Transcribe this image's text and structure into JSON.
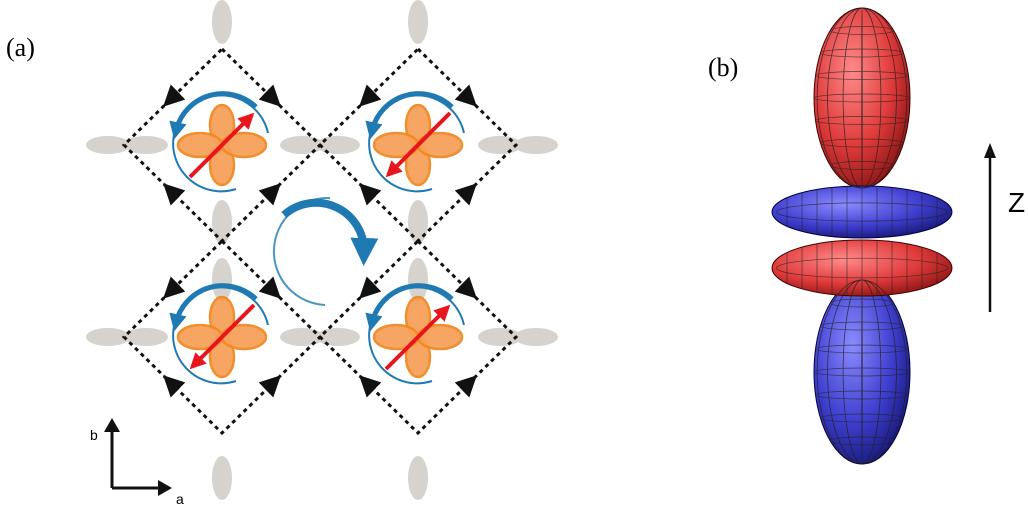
{
  "panels": {
    "a": {
      "label": "(a)",
      "axes": {
        "b": "b",
        "a": "a"
      }
    },
    "b": {
      "label": "(b)",
      "axis": "Z"
    }
  },
  "colors": {
    "orbital_fill": "#f7a15a",
    "orbital_stroke": "#f08a22",
    "moment_arrow": "#e8141e",
    "current_arrow": "#1f7ab4",
    "ligand": "#d6d2cd",
    "lattice_path": "#111111",
    "lobe_red": "#e03a3a",
    "lobe_blue": "#3f3fd0"
  },
  "icons": {
    "moment": "red-spin-arrow",
    "loop_current": "blue-circular-arrow",
    "d_orbital": "four-lobe-orbital",
    "f_orbital": "3d-f-orbital-surface"
  }
}
